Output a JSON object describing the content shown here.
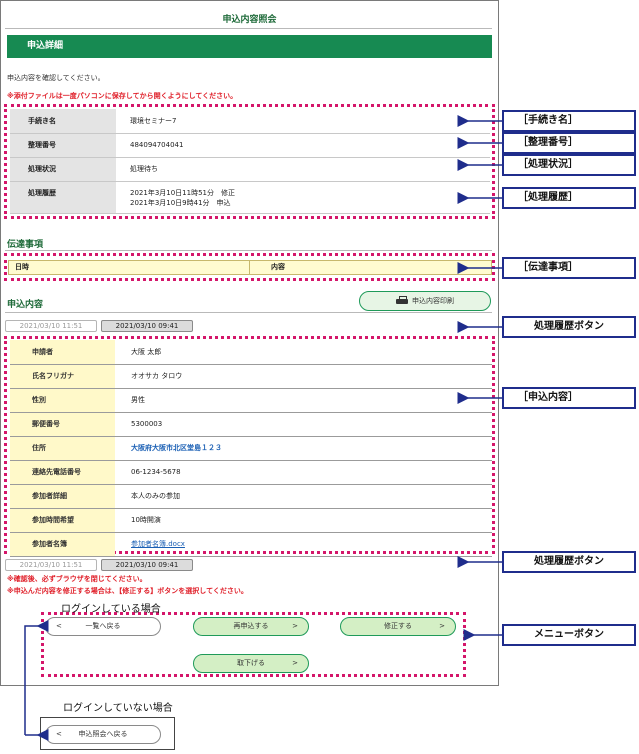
{
  "page": {
    "title": "申込内容照会"
  },
  "section_bar": {
    "label": "申込詳細"
  },
  "intro": "申込内容を確認してください。",
  "warning_top": "※添付ファイルは一度パソコンに保存してから開くようにしてください。",
  "procedure": {
    "rows": [
      {
        "label": "手続き名",
        "value": "環境セミナー7"
      },
      {
        "label": "整理番号",
        "value": "484094704041"
      },
      {
        "label": "処理状況",
        "value": "処理待ち"
      },
      {
        "label": "処理履歴",
        "line1": "2021年3月10日11時51分　修正",
        "line2": "2021年3月10日9時41分　申込"
      }
    ]
  },
  "messages": {
    "title": "伝達事項",
    "col_date": "日時",
    "col_content": "内容"
  },
  "application": {
    "title": "申込内容",
    "print_label": "申込内容印刷",
    "history_buttons": [
      "2021/03/10 11:51",
      "2021/03/10 09:41"
    ],
    "rows": [
      {
        "label": "申請者",
        "value": "大阪 太郎"
      },
      {
        "label": "氏名フリガナ",
        "value": "オオサカ タロウ"
      },
      {
        "label": "性別",
        "value": "男性"
      },
      {
        "label": "郵便番号",
        "value": "5300003"
      },
      {
        "label": "住所",
        "value": "大阪府大阪市北区堂島１２３"
      },
      {
        "label": "連絡先電話番号",
        "value": "06-1234-5678"
      },
      {
        "label": "参加者詳細",
        "value": "本人のみの参加"
      },
      {
        "label": "参加時間希望",
        "value": "10時開演"
      },
      {
        "label": "参加者名簿",
        "value": "参加者名簿.docx"
      }
    ]
  },
  "notes": {
    "line1": "※確認後、必ずブラウザを閉じてください。",
    "line2": "※申込んだ内容を修正する場合は、【修正する】ボタンを選択してください。"
  },
  "menu": {
    "back_list": "一覧へ戻る",
    "reapply": "再申込する",
    "modify": "修正する",
    "withdraw": "取下げる",
    "back_inquiry": "申込照会へ戻る",
    "arrow_left": "<",
    "arrow_right": ">"
  },
  "annotations": {
    "procedure_name": "［手続き名］",
    "reference_no": "［整理番号］",
    "status": "［処理状況］",
    "history": "［処理履歴］",
    "messages": "［伝達事項］",
    "history_button_1": "処理履歴ボタン",
    "application": "［申込内容］",
    "history_button_2": "処理履歴ボタン",
    "menu_button": "メニューボタン",
    "logged_in": "ログインしている場合",
    "logged_out": "ログインしていない場合"
  }
}
